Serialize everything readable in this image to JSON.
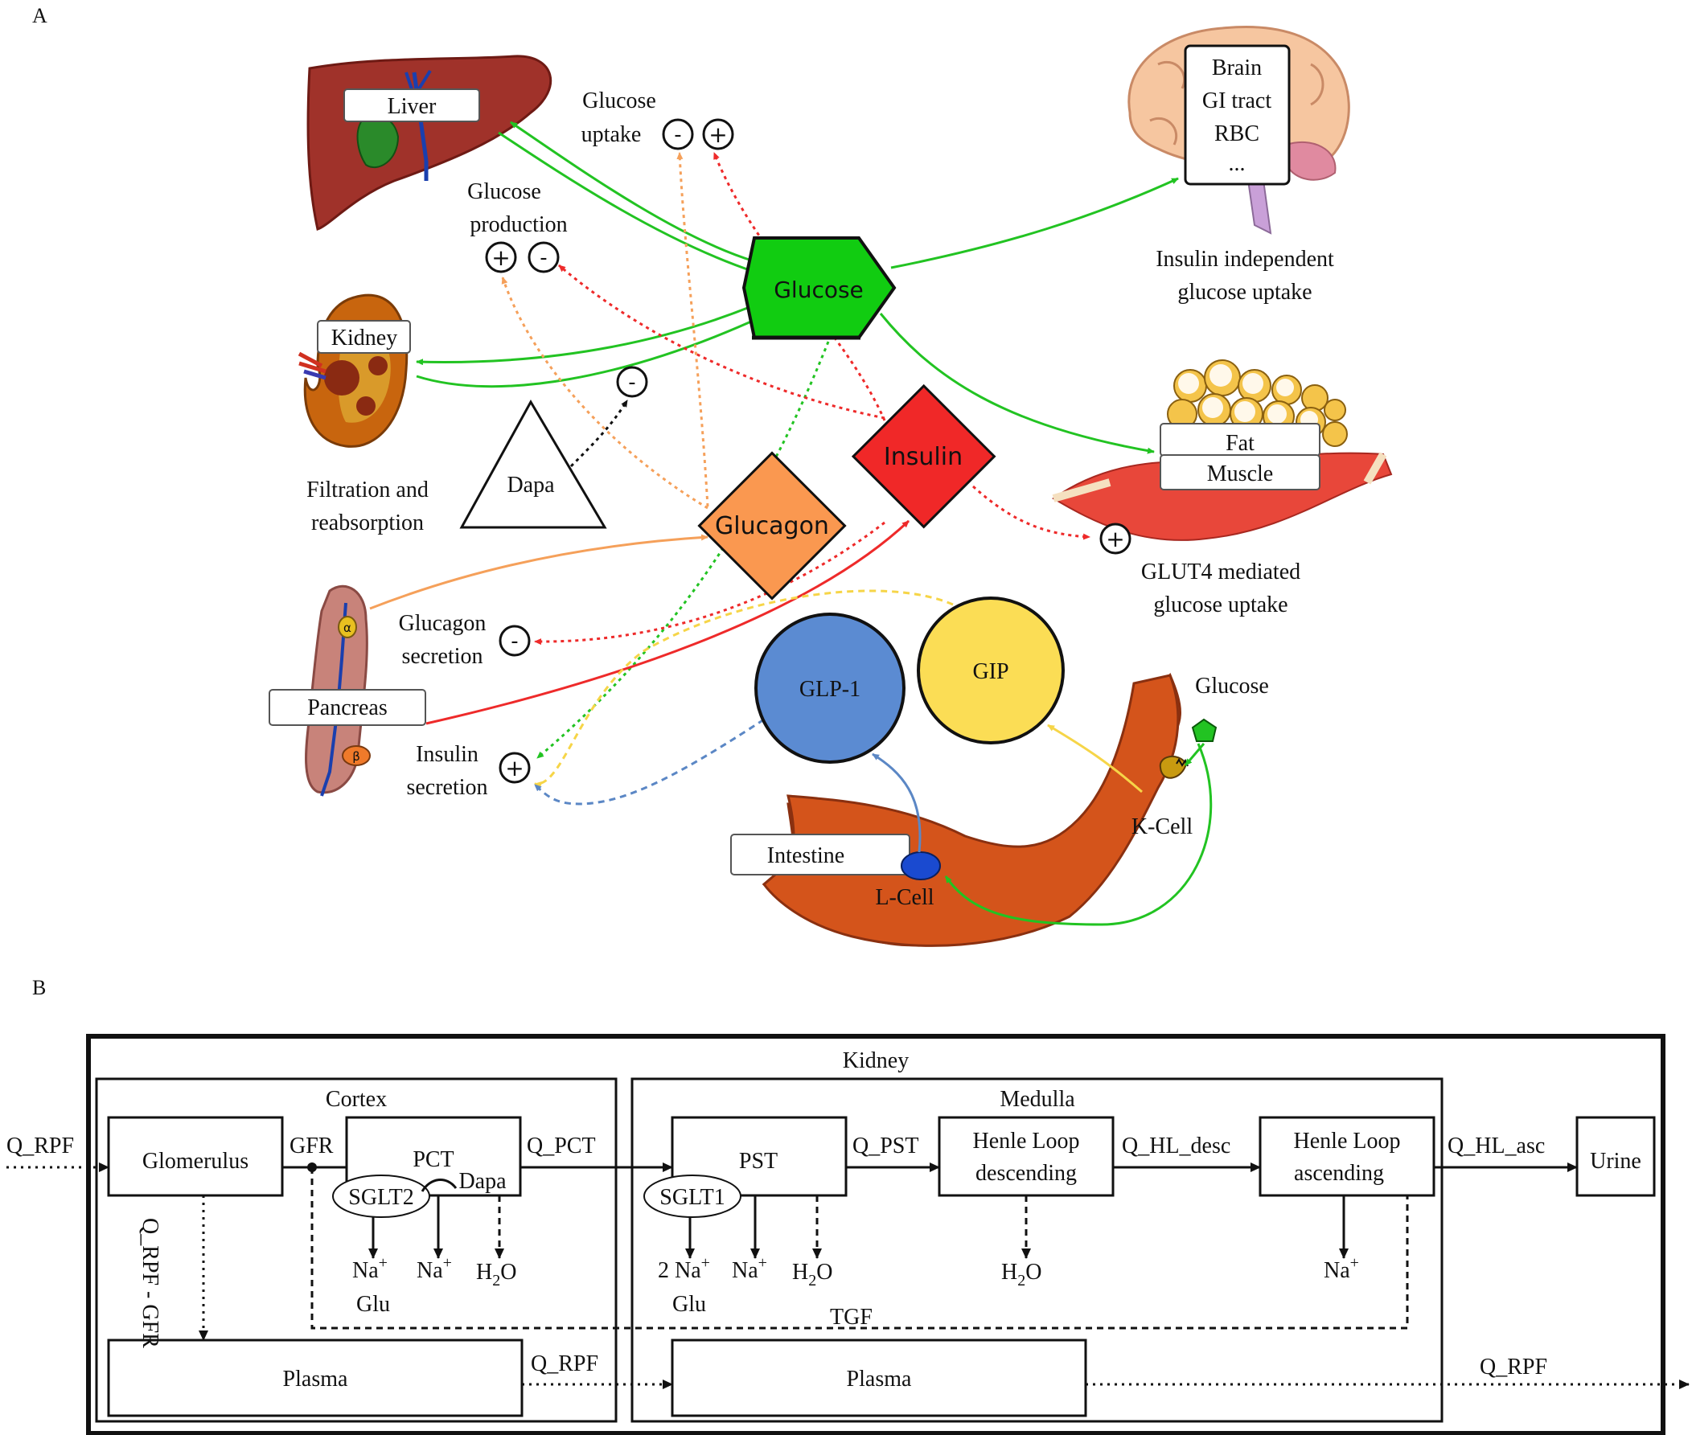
{
  "panel_a": {
    "label": "A",
    "organs": {
      "liver": "Liver",
      "kidney": "Kidney",
      "pancreas": "Pancreas",
      "intestine": "Intestine",
      "fat": "Fat",
      "muscle": "Muscle",
      "brain_items": [
        "Brain",
        "GI tract",
        "RBC",
        "..."
      ]
    },
    "nodes": {
      "glucose": "Glucose",
      "insulin": "Insulin",
      "glucagon": "Glucagon",
      "dapa": "Dapa",
      "glp1": "GLP-1",
      "gip": "GIP",
      "l_cell": "L-Cell",
      "k_cell": "K-Cell",
      "gut_glucose": "Glucose",
      "alpha": "α",
      "beta": "β"
    },
    "labels": {
      "glucose_uptake": [
        "Glucose",
        "uptake"
      ],
      "glucose_production": [
        "Glucose",
        "production"
      ],
      "insulin_independent": [
        "Insulin independent",
        "glucose uptake"
      ],
      "filtration": [
        "Filtration and",
        "reabsorption"
      ],
      "glut4": [
        "GLUT4 mediated",
        "glucose uptake"
      ],
      "glucagon_secretion": [
        "Glucagon",
        "secretion"
      ],
      "insulin_secretion": [
        "Insulin",
        "secretion"
      ]
    },
    "signs": {
      "plus": "+",
      "minus": "-"
    },
    "colors": {
      "glucose_flow": "#22c322",
      "insulin_effect": "#ee2a2a",
      "glucagon_effect": "#f5a05a",
      "glp1_effect": "#5b87c5",
      "gip_effect": "#f6d548",
      "glucose_node": "#11cc11",
      "insulin_node": "#f02828",
      "glucagon_node": "#fa9850",
      "glp1_node": "#5b8bd2",
      "gip_node": "#fbdd55",
      "intestine": "#d4541b"
    }
  },
  "panel_b": {
    "label": "B",
    "kidney": "Kidney",
    "cortex": "Cortex",
    "medulla": "Medulla",
    "glomerulus": "Glomerulus",
    "pct": "PCT",
    "pst": "PST",
    "henle_desc": [
      "Henle Loop",
      "descending"
    ],
    "henle_asc": [
      "Henle Loop",
      "ascending"
    ],
    "urine": "Urine",
    "plasma": "Plasma",
    "sglt2": "SGLT2",
    "sglt1": "SGLT1",
    "dapa": "Dapa",
    "flows": {
      "q_rpf": "Q_RPF",
      "gfr": "GFR",
      "q_pct": "Q_PCT",
      "q_pst": "Q_PST",
      "q_hl_desc": "Q_HL_desc",
      "q_hl_asc": "Q_HL_asc",
      "q_rpf_minus_gfr": "Q_RPF - GFR",
      "tgf": "TGF"
    },
    "solutes": {
      "na": "Na",
      "na_charge": "+",
      "two_na": "2 Na",
      "glu": "Glu",
      "h": "H",
      "h_sub": "2",
      "o": "O"
    }
  }
}
